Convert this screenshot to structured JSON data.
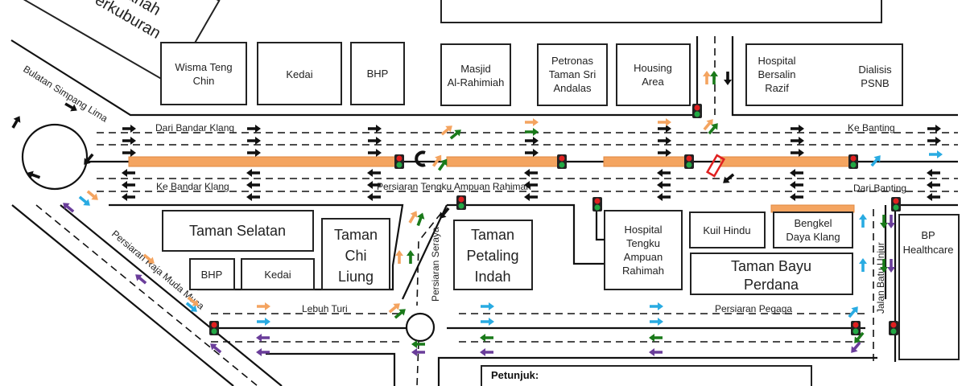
{
  "map": {
    "buildings": {
      "cemetery": [
        "Tanah",
        "Perkuburan"
      ],
      "wisma": [
        "Wisma Teng",
        "Chin"
      ],
      "kedai_top": "Kedai",
      "bhp_top": "BHP",
      "masjid": [
        "Masjid",
        "Al-Rahimiah"
      ],
      "petronas": [
        "Petronas",
        "Taman Sri",
        "Andalas"
      ],
      "housing": [
        "Housing",
        "Area"
      ],
      "hospital_razif": [
        "Hospital",
        "Bersalin",
        "Razif"
      ],
      "dialisis": [
        "Dialisis",
        "PSNB"
      ],
      "taman_selatan": "Taman Selatan",
      "bhp_bottom": "BHP",
      "kedai_bottom": "Kedai",
      "chi_liung": [
        "Taman",
        "Chi",
        "Liung"
      ],
      "petaling_indah": [
        "Taman",
        "Petaling",
        "Indah"
      ],
      "hospital_tar": [
        "Hospital",
        "Tengku",
        "Ampuan",
        "Rahimah"
      ],
      "kuil": "Kuil Hindu",
      "bengkel": [
        "Bengkel",
        "Daya Klang"
      ],
      "bayu_perdana": [
        "Taman Bayu",
        "Perdana"
      ],
      "bp": [
        "BP",
        "Healthcare"
      ]
    },
    "roads": {
      "bulatan": "Bulatan Simpang Lima",
      "dari_klang": "Dari Bandar Klang",
      "ke_banting": "Ke Banting",
      "ke_klang": "Ke Bandar Klang",
      "main": "Persiaran Tengku Ampuan Rahimah",
      "dari_banting": "Dari Banting",
      "seraya": "Persiaran Seraya",
      "raja_muda": "Persiaran Raja Muda Musa",
      "lebuh_turi": "Lebuh Turi",
      "pegaga": "Persiaran Pegaga",
      "batu_unjur": "Jalan Batu Unjur"
    },
    "legend_title": "Petunjuk:",
    "colors": {
      "orange": "#f4a460",
      "green": "#1a7a1a",
      "black": "#111111",
      "blue": "#29abe2",
      "purple": "#6a3d9a",
      "closure": "#e02020",
      "light_red": "#e02020",
      "light_green": "#22a844"
    }
  }
}
